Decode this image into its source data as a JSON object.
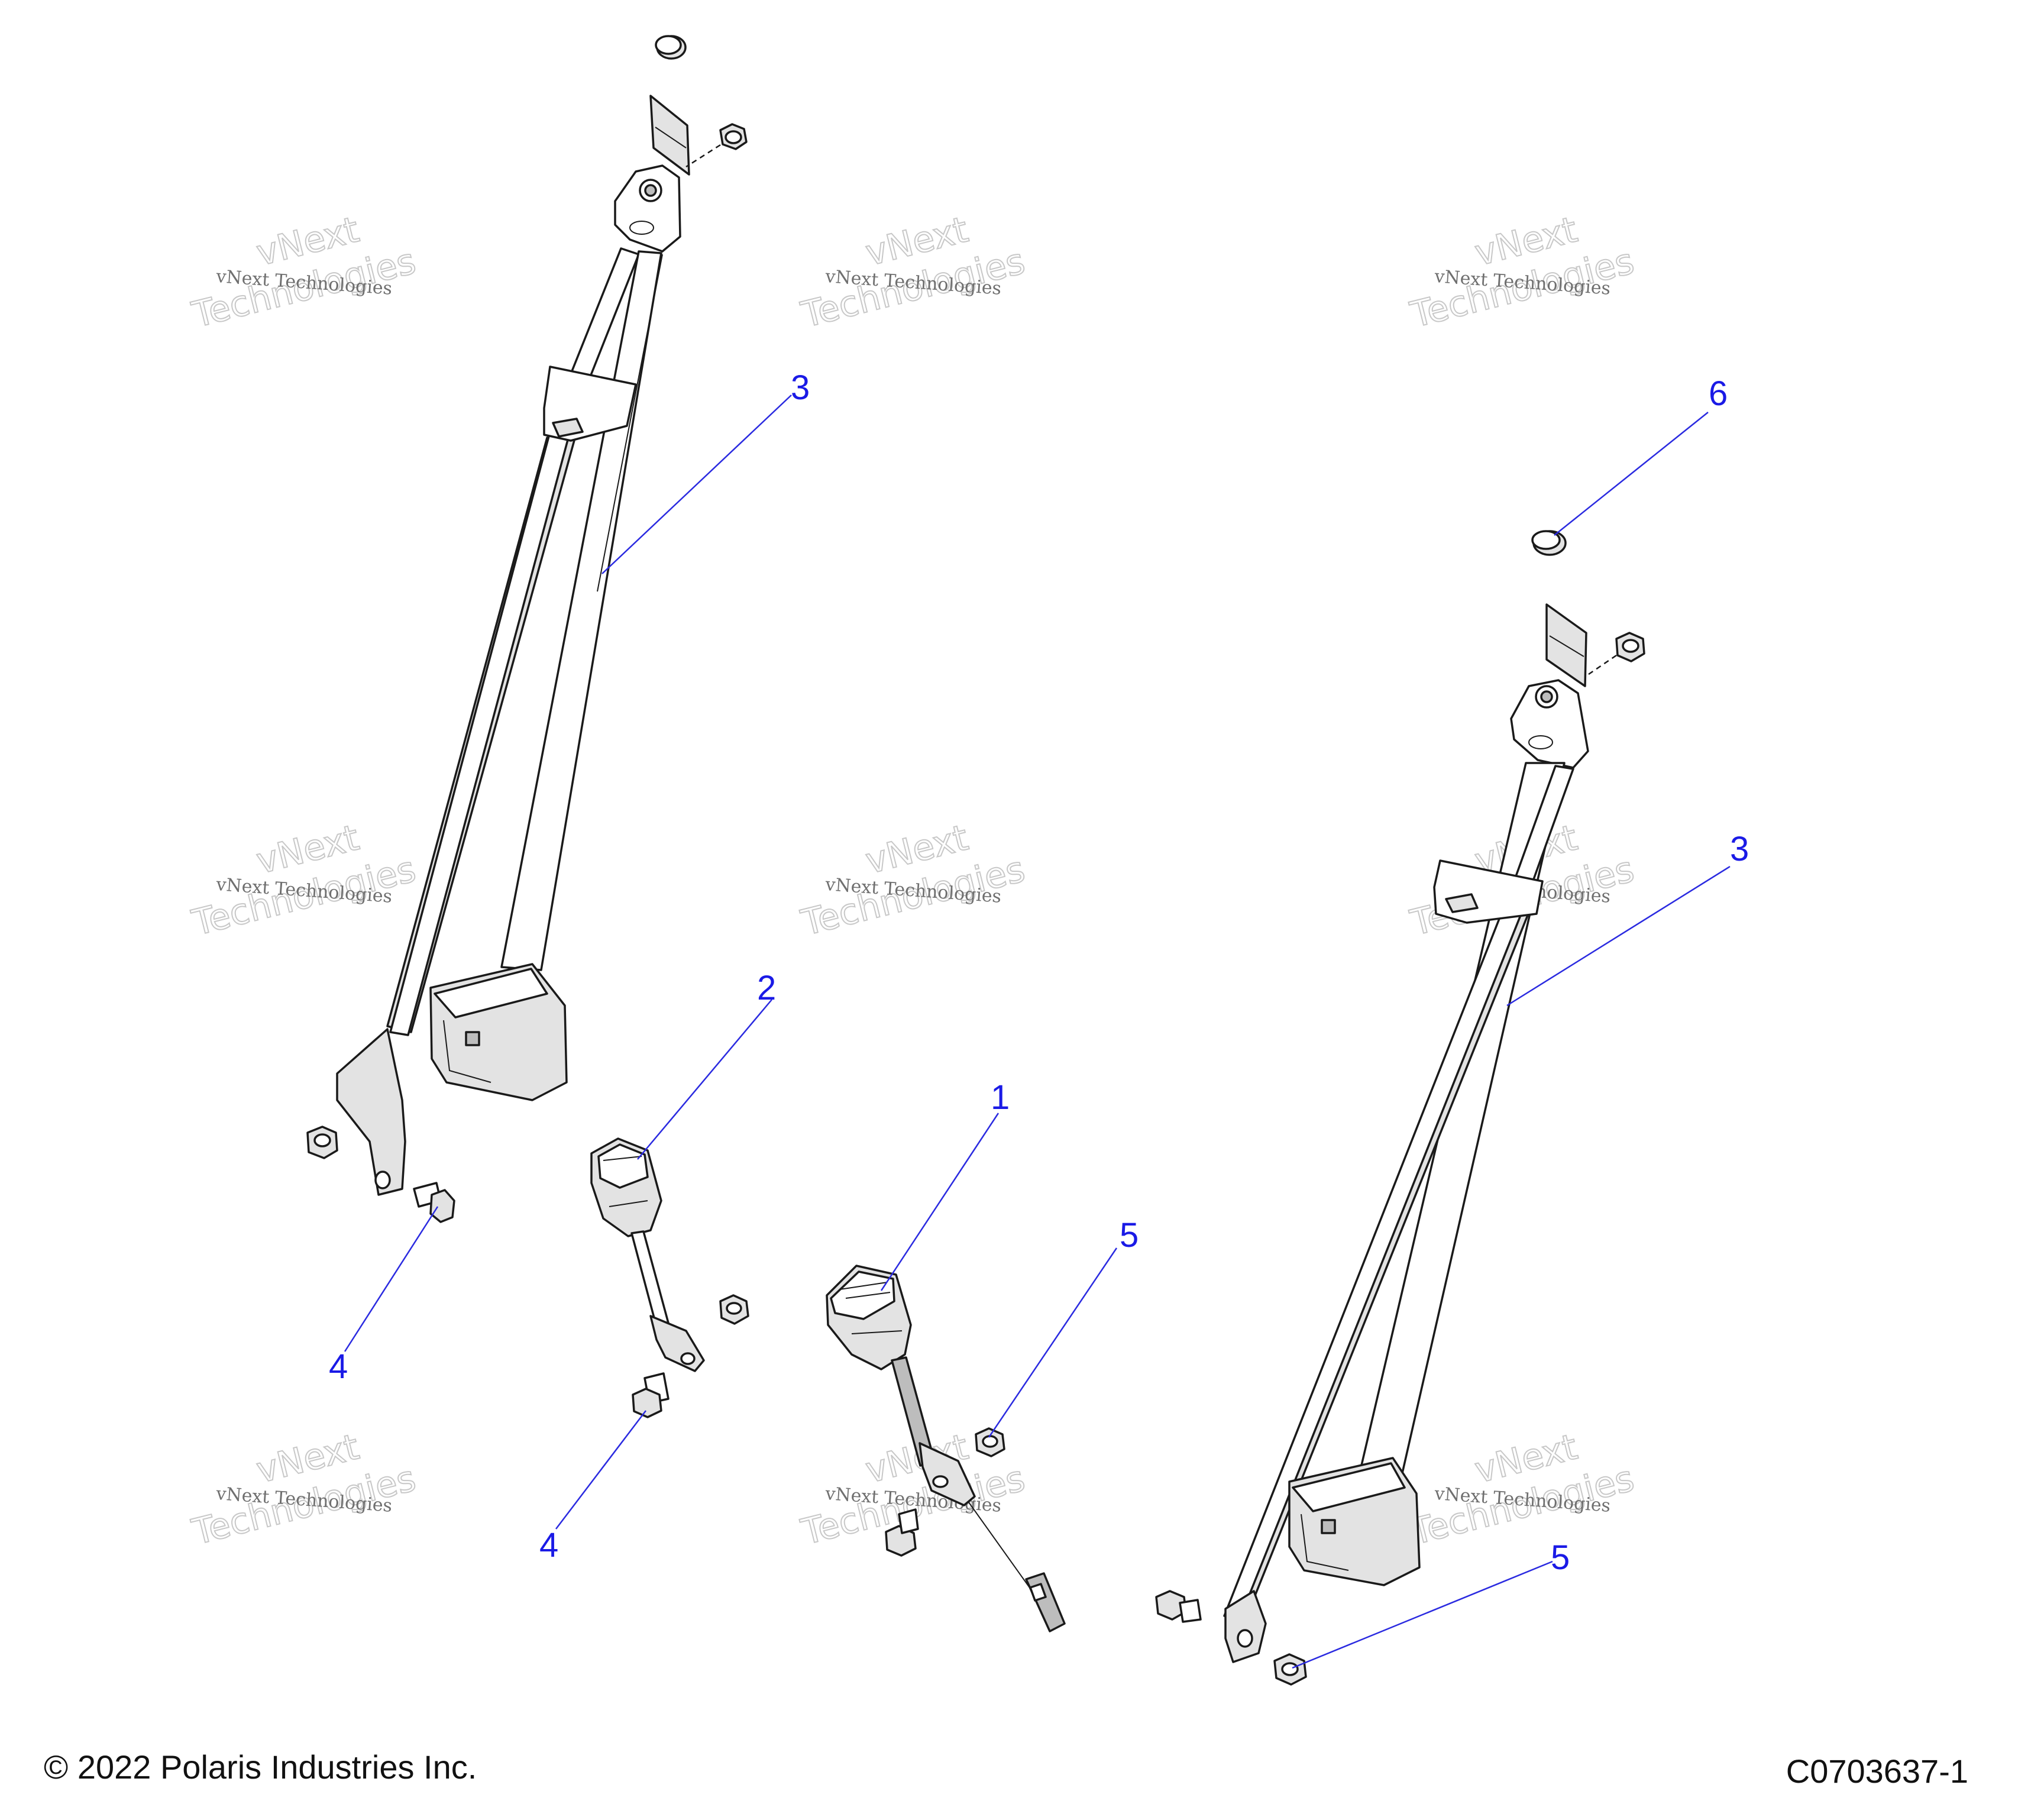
{
  "callouts": {
    "c1": "1",
    "c2": "2",
    "c3a": "3",
    "c3b": "3",
    "c4a": "4",
    "c4b": "4",
    "c5a": "5",
    "c5b": "5",
    "c6": "6"
  },
  "watermarks": {
    "w1": {
      "small": "vNext Technologies",
      "big_a": "vNext",
      "big_b": "Technologies"
    },
    "w2": {
      "small": "vNext Technologies",
      "big_a": "vNext",
      "big_b": "Technologies"
    },
    "w3": {
      "small": "vNext Technologies",
      "big_a": "vNext",
      "big_b": "Technologies"
    },
    "w4": {
      "small": "vNext Technologies",
      "big_a": "vNext",
      "big_b": "Technologies"
    },
    "w5": {
      "small": "vNext Technologies",
      "big_a": "vNext",
      "big_b": "Technologies"
    },
    "w6": {
      "small": "vNext Technologies",
      "big_a": "vNext",
      "big_b": "Technologies"
    },
    "w7": {
      "small": "vNext Technologies",
      "big_a": "vNext",
      "big_b": "Technologies"
    },
    "w8": {
      "small": "vNext Technologies",
      "big_a": "vNext",
      "big_b": "Technologies"
    },
    "w9": {
      "small": "vNext Technologies",
      "big_a": "vNext",
      "big_b": "Technologies"
    }
  },
  "footer": {
    "copyright": "© 2022 Polaris Industries Inc.",
    "figure_id": "C0703637-1"
  },
  "colors": {
    "callout": "#1a1ae6",
    "line_art": "#1a1a1a",
    "watermark": "#c8c8c8"
  }
}
